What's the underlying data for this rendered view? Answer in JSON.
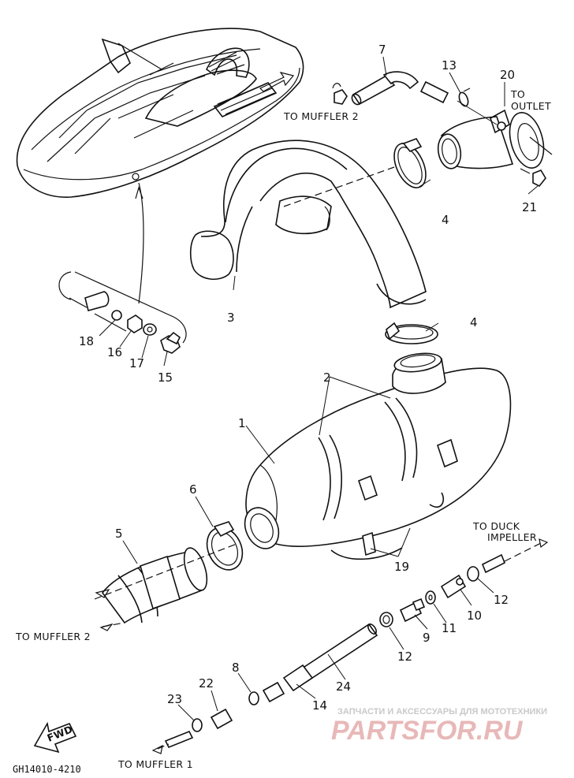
{
  "parts": [
    {
      "num": "1"
    },
    {
      "num": "2"
    },
    {
      "num": "3"
    },
    {
      "num": "4"
    },
    {
      "num": "4"
    },
    {
      "num": "5"
    },
    {
      "num": "6"
    },
    {
      "num": "7"
    },
    {
      "num": "8"
    },
    {
      "num": "9"
    },
    {
      "num": "10"
    },
    {
      "num": "11"
    },
    {
      "num": "12"
    },
    {
      "num": "12"
    },
    {
      "num": "13"
    },
    {
      "num": "14"
    },
    {
      "num": "15"
    },
    {
      "num": "16"
    },
    {
      "num": "17"
    },
    {
      "num": "18"
    },
    {
      "num": "19"
    },
    {
      "num": "20"
    },
    {
      "num": "21"
    },
    {
      "num": "22"
    },
    {
      "num": "23"
    },
    {
      "num": "24"
    }
  ],
  "notes": {
    "to_muffler2_top": "TO MUFFLER 2",
    "to_outlet_1": "TO",
    "to_outlet_2": "OUTLET",
    "to_duck_1": "TO DUCK",
    "to_duck_2": "IMPELLER",
    "to_muffler2_bottom": "TO MUFFLER 2",
    "to_muffler1": "TO MUFFLER 1"
  },
  "fwd_label": "FWD",
  "diagram_code": "GH14010-4210",
  "watermark": {
    "line1": "ЗАПЧАСТИ И АКСЕССУАРЫ ДЛЯ МОТОТЕХНИКИ",
    "line2": "PARTSFOR.RU"
  }
}
